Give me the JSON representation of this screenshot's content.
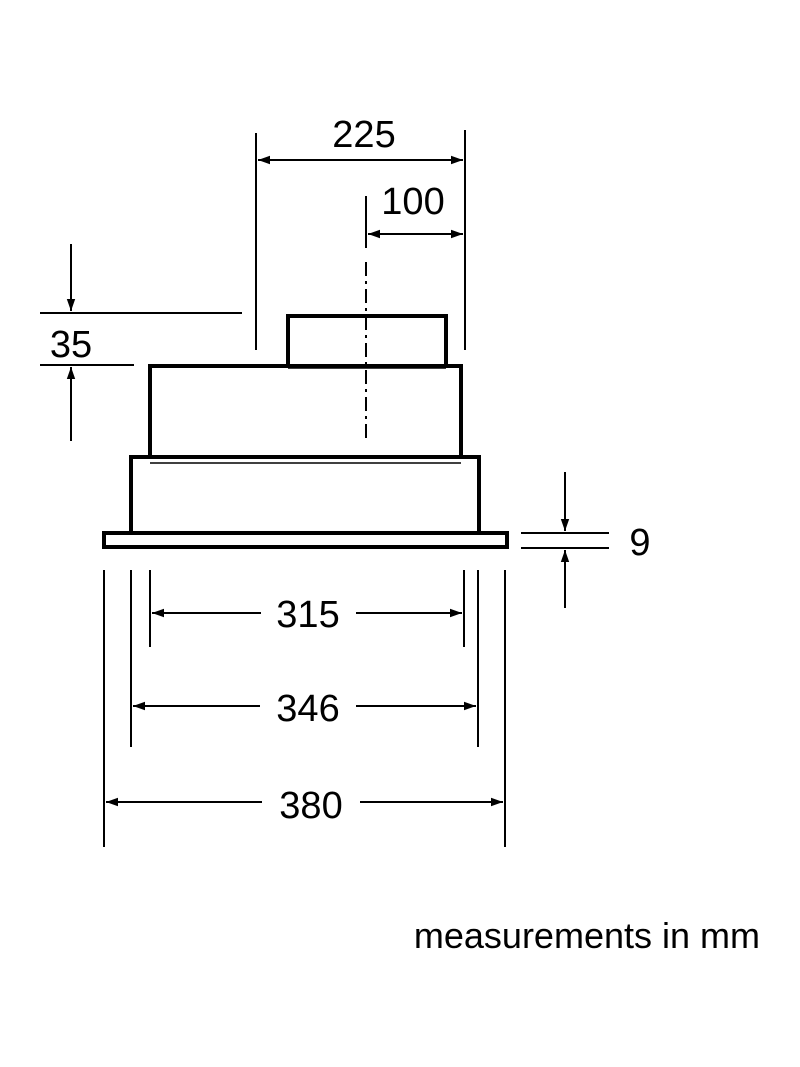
{
  "dimensions": {
    "width_top": "225",
    "offset_center": "100",
    "height_step": "35",
    "flange_thickness": "9",
    "width_inner": "315",
    "width_middle": "346",
    "width_outer": "380"
  },
  "note": "measurements in mm",
  "colors": {
    "line": "#000000",
    "background": "#ffffff"
  }
}
